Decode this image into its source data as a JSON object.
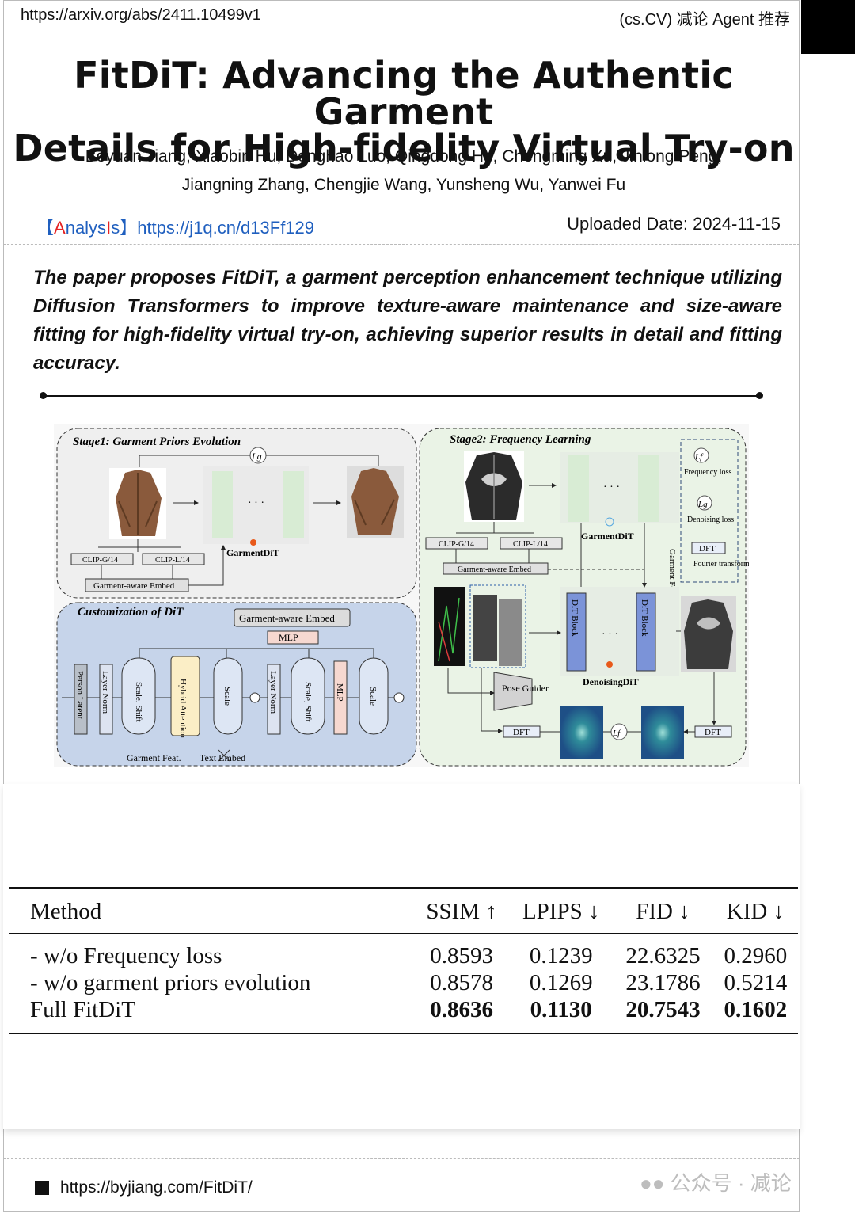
{
  "header": {
    "url": "https://arxiv.org/abs/2411.10499v1",
    "tag": "(cs.CV) 减论 Agent 推荐"
  },
  "paper": {
    "title_line1": "FitDiT: Advancing the Authentic Garment",
    "title_line2": "Details for High-fidelity Virtual Try-on",
    "authors_line1": "Boyuan Jiang, Xiaobin Hu, Donghao Luo, Qingdong He, Chengming Xu, Jinlong Peng,",
    "authors_line2": "Jiangning Zhang, Chengjie Wang, Yunsheng Wu, Yanwei Fu"
  },
  "analysis": {
    "bracket_open": "【",
    "a_letter": "A",
    "word_part": "nalys",
    "i_letter": "I",
    "s_letter": "s",
    "bracket_close": "】",
    "link": "https://j1q.cn/d13Ff129",
    "uploaded": "Uploaded Date: 2024-11-15"
  },
  "summary": "The paper proposes FitDiT, a garment perception enhancement technique utilizing Diffusion Transformers to improve texture-aware maintenance and size-aware fitting for high-fidelity virtual try-on, achieving superior results in detail and fitting accuracy.",
  "figure": {
    "stage1": "Stage1: Garment Priors Evolution",
    "stage2": "Stage2: Frequency Learning",
    "custom": "Customization of DiT",
    "lg": "Lg",
    "lf": "Lf",
    "garmentdit": "GarmentDiT",
    "denoisingdit": "DenoisingDiT",
    "clip_g": "CLIP-G/14",
    "clip_l": "CLIP-L/14",
    "gae": "Garment-aware Embed",
    "mlp": "MLP",
    "freq_loss": "Frequency loss",
    "denoise_loss": "Denoising loss",
    "dft": "DFT",
    "fourier": "Fourier transform",
    "garment_feat": "Garment Feat.",
    "garment_feat2": "Garment Feat.",
    "text_embed": "Text Embed",
    "pose_guider": "Pose Guider",
    "dit_block": "DiT Block",
    "person_latent": "Person Latent",
    "layer_norm": "Layer Norm",
    "scale_shift": "Scale, Shift",
    "hybrid_attention": "Hybrid Attention",
    "scale": "Scale",
    "ellipsis": "· · ·"
  },
  "table": {
    "headers": [
      "Method",
      "SSIM ↑",
      "LPIPS ↓",
      "FID ↓",
      "KID ↓"
    ],
    "rows": [
      [
        "- w/o Frequency loss",
        "0.8593",
        "0.1239",
        "22.6325",
        "0.2960"
      ],
      [
        "- w/o garment priors evolution",
        "0.8578",
        "0.1269",
        "23.1786",
        "0.5214"
      ],
      [
        "Full FitDiT",
        "0.8636",
        "0.1130",
        "20.7543",
        "0.1602"
      ]
    ]
  },
  "footer": {
    "url": "https://byjiang.com/FitDiT/",
    "watermark": "公众号 · 减论"
  }
}
